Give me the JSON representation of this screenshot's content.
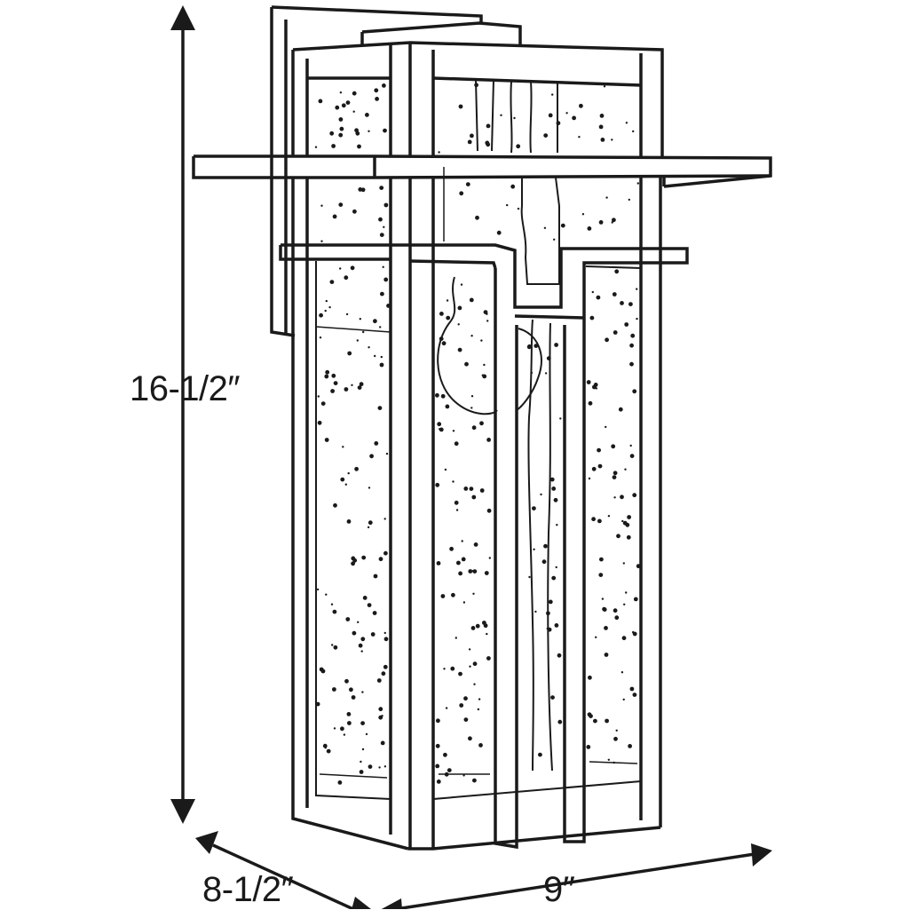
{
  "dimensions": {
    "height": "16-1/2″",
    "depth": "8-1/2″",
    "width": "9″"
  },
  "colors": {
    "line": "#1a1a1a",
    "background": "#ffffff"
  }
}
